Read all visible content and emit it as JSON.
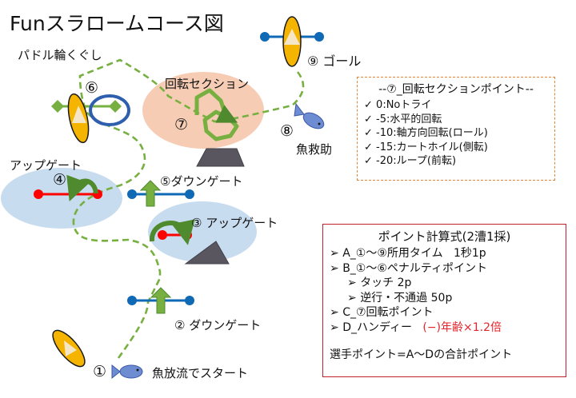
{
  "title": "Funスラロームコース図",
  "labels": {
    "paddle": "パドル輪くぐし",
    "rotation_section": "回転セクション",
    "goal": "⑨ ゴール",
    "fish_rescue": "魚救助",
    "up_gate_left": "アップゲート",
    "down_gate_5": "⑤ダウンゲート",
    "up_gate_3": "③ アップゲート",
    "down_gate_2": "② ダウンゲート",
    "start": "魚放流でスタート"
  },
  "markers": {
    "m1": "①",
    "m4": "④",
    "m6": "⑥",
    "m7": "⑦",
    "m8": "⑧"
  },
  "rotation_box": {
    "header": "--⑦_回転セクションポイント--",
    "check": "✓",
    "items": [
      "0:Noトライ",
      "-5:水平的回転",
      "-10:軸方向回転(ロール)",
      "-15:カートホイル(側転)",
      "-20:ループ(前転)"
    ]
  },
  "points_box": {
    "header": "ポイント計算式(2漕1採)",
    "bullet": "➢",
    "a_label": "A_①～⑨所用タイム",
    "a_value": "1秒1p",
    "b_label": "B_①～⑥ペナルティポイント",
    "b_touch": "タッチ 2p",
    "b_reverse": "逆行・不通過 50p",
    "c_label": "C_⑦回転ポイント",
    "d_label": "D_ハンディー",
    "d_value": "(−)年齢×1.2倍",
    "total": "選手ポイント=A～Dの合計ポイント"
  },
  "colors": {
    "path_green": "#77b041",
    "gate_blue": "#0f69b4",
    "gate_red": "#ff0000",
    "zone_blue": "#c8dcf0",
    "zone_peach": "#f6cdb4",
    "boat_yellow": "#f5b400",
    "fish_blue": "#6e8cd2",
    "box_orange": "#e0873b",
    "box_red": "#c0212b"
  }
}
